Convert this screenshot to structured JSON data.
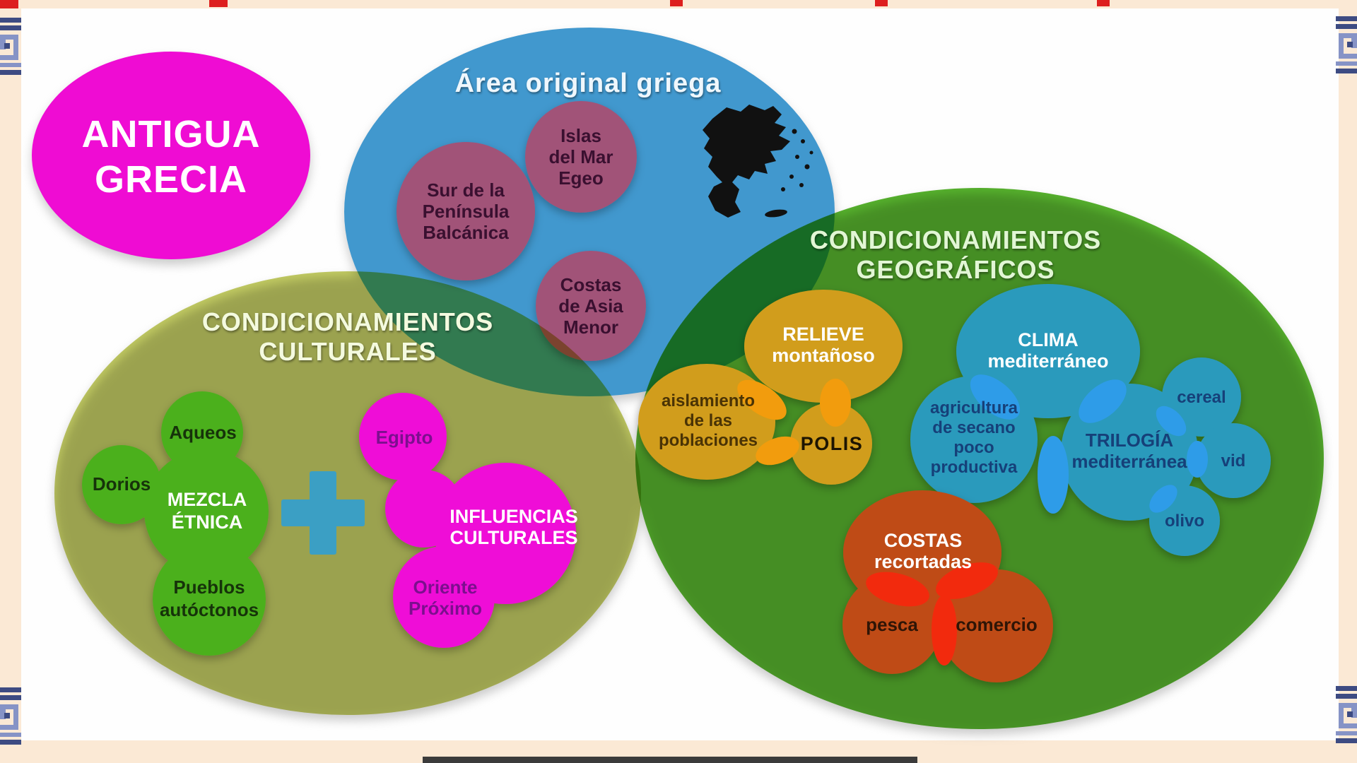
{
  "colors": {
    "background": "#fbe9d5",
    "card": "#fefefe",
    "meander_dark": "#3d4b82",
    "meander_light": "#8693c6",
    "red_mark": "#dd1f1f",
    "bottom_bar": "#3b3b3b",
    "title_bubble": "#ef0cd3",
    "blue_circle": "#4198ce",
    "purple_sub": "#a15378",
    "map_black": "#111111",
    "cultural_circle": "#c3cc63",
    "geo_circle": "#57b32d",
    "green_sub": "#4cb01e",
    "magenta_sub": "#ef0bd7",
    "plus_sign": "#3b9fc4",
    "ochre_sub": "#d19d1e",
    "ochre_bright": "#f29c07",
    "teal_sub": "#2c9abc",
    "teal_bright": "#2e9ce8",
    "red_sub": "#bf4c15",
    "red_bright": "#f22c0c"
  },
  "title_bubble": {
    "lines": [
      "ANTIGUA",
      "GRECIA"
    ]
  },
  "blue": {
    "title": "Área original griega",
    "islas": [
      "Islas",
      "del Mar",
      "Egeo"
    ],
    "peninsula": [
      "Sur de la",
      "Península",
      "Balcánica"
    ],
    "costas": [
      "Costas",
      "de Asia",
      "Menor"
    ]
  },
  "cultural": {
    "title": [
      "CONDICIONAMIENTOS",
      "CULTURALES"
    ],
    "aqueos": "Aqueos",
    "dorios": "Dorios",
    "mezcla": [
      "MEZCLA",
      "ÉTNICA"
    ],
    "pueblos": [
      "Pueblos",
      "autóctonos"
    ],
    "egipto": "Egipto",
    "influencias": [
      "INFLUENCIAS",
      "CULTURALES"
    ],
    "oriente": [
      "Oriente",
      "Próximo"
    ]
  },
  "geo": {
    "title": [
      "CONDICIONAMIENTOS",
      "GEOGRÁFICOS"
    ],
    "relieve": [
      "RELIEVE",
      "montañoso"
    ],
    "aislamiento": [
      "aislamiento",
      "de las",
      "poblaciones"
    ],
    "polis": "POLIS",
    "clima": [
      "CLIMA",
      "mediterráneo"
    ],
    "agricultura": [
      "agricultura",
      "de secano",
      "poco",
      "productiva"
    ],
    "trilogia": [
      "TRILOGÍA",
      "mediterránea"
    ],
    "cereal": "cereal",
    "vid": "vid",
    "olivo": "olivo",
    "costas": [
      "COSTAS",
      "recortadas"
    ],
    "pesca": "pesca",
    "comercio": "comercio"
  }
}
